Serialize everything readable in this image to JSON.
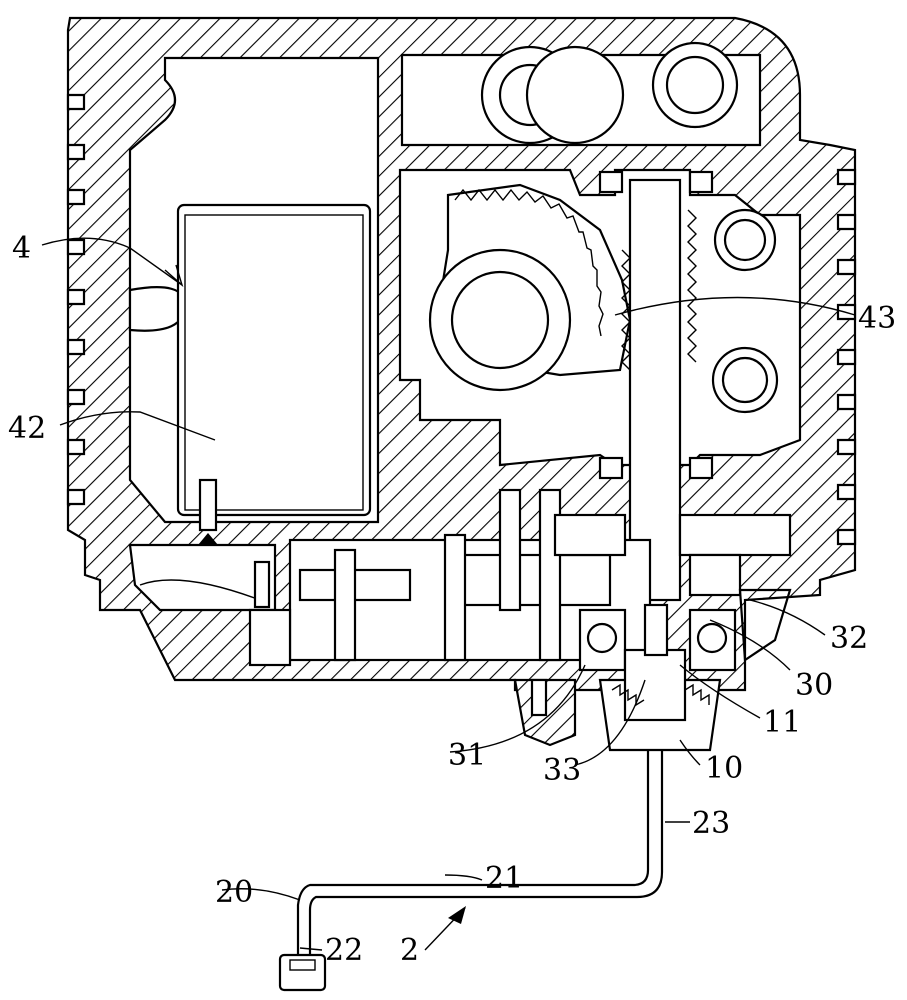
{
  "labels": {
    "n4": "4",
    "n42": "42",
    "n43": "43",
    "n32": "32",
    "n30": "30",
    "n11": "11",
    "n31": "31",
    "n33": "33",
    "n10": "10",
    "n23": "23",
    "n21": "21",
    "n20": "20",
    "n22": "22",
    "n2": "2"
  }
}
